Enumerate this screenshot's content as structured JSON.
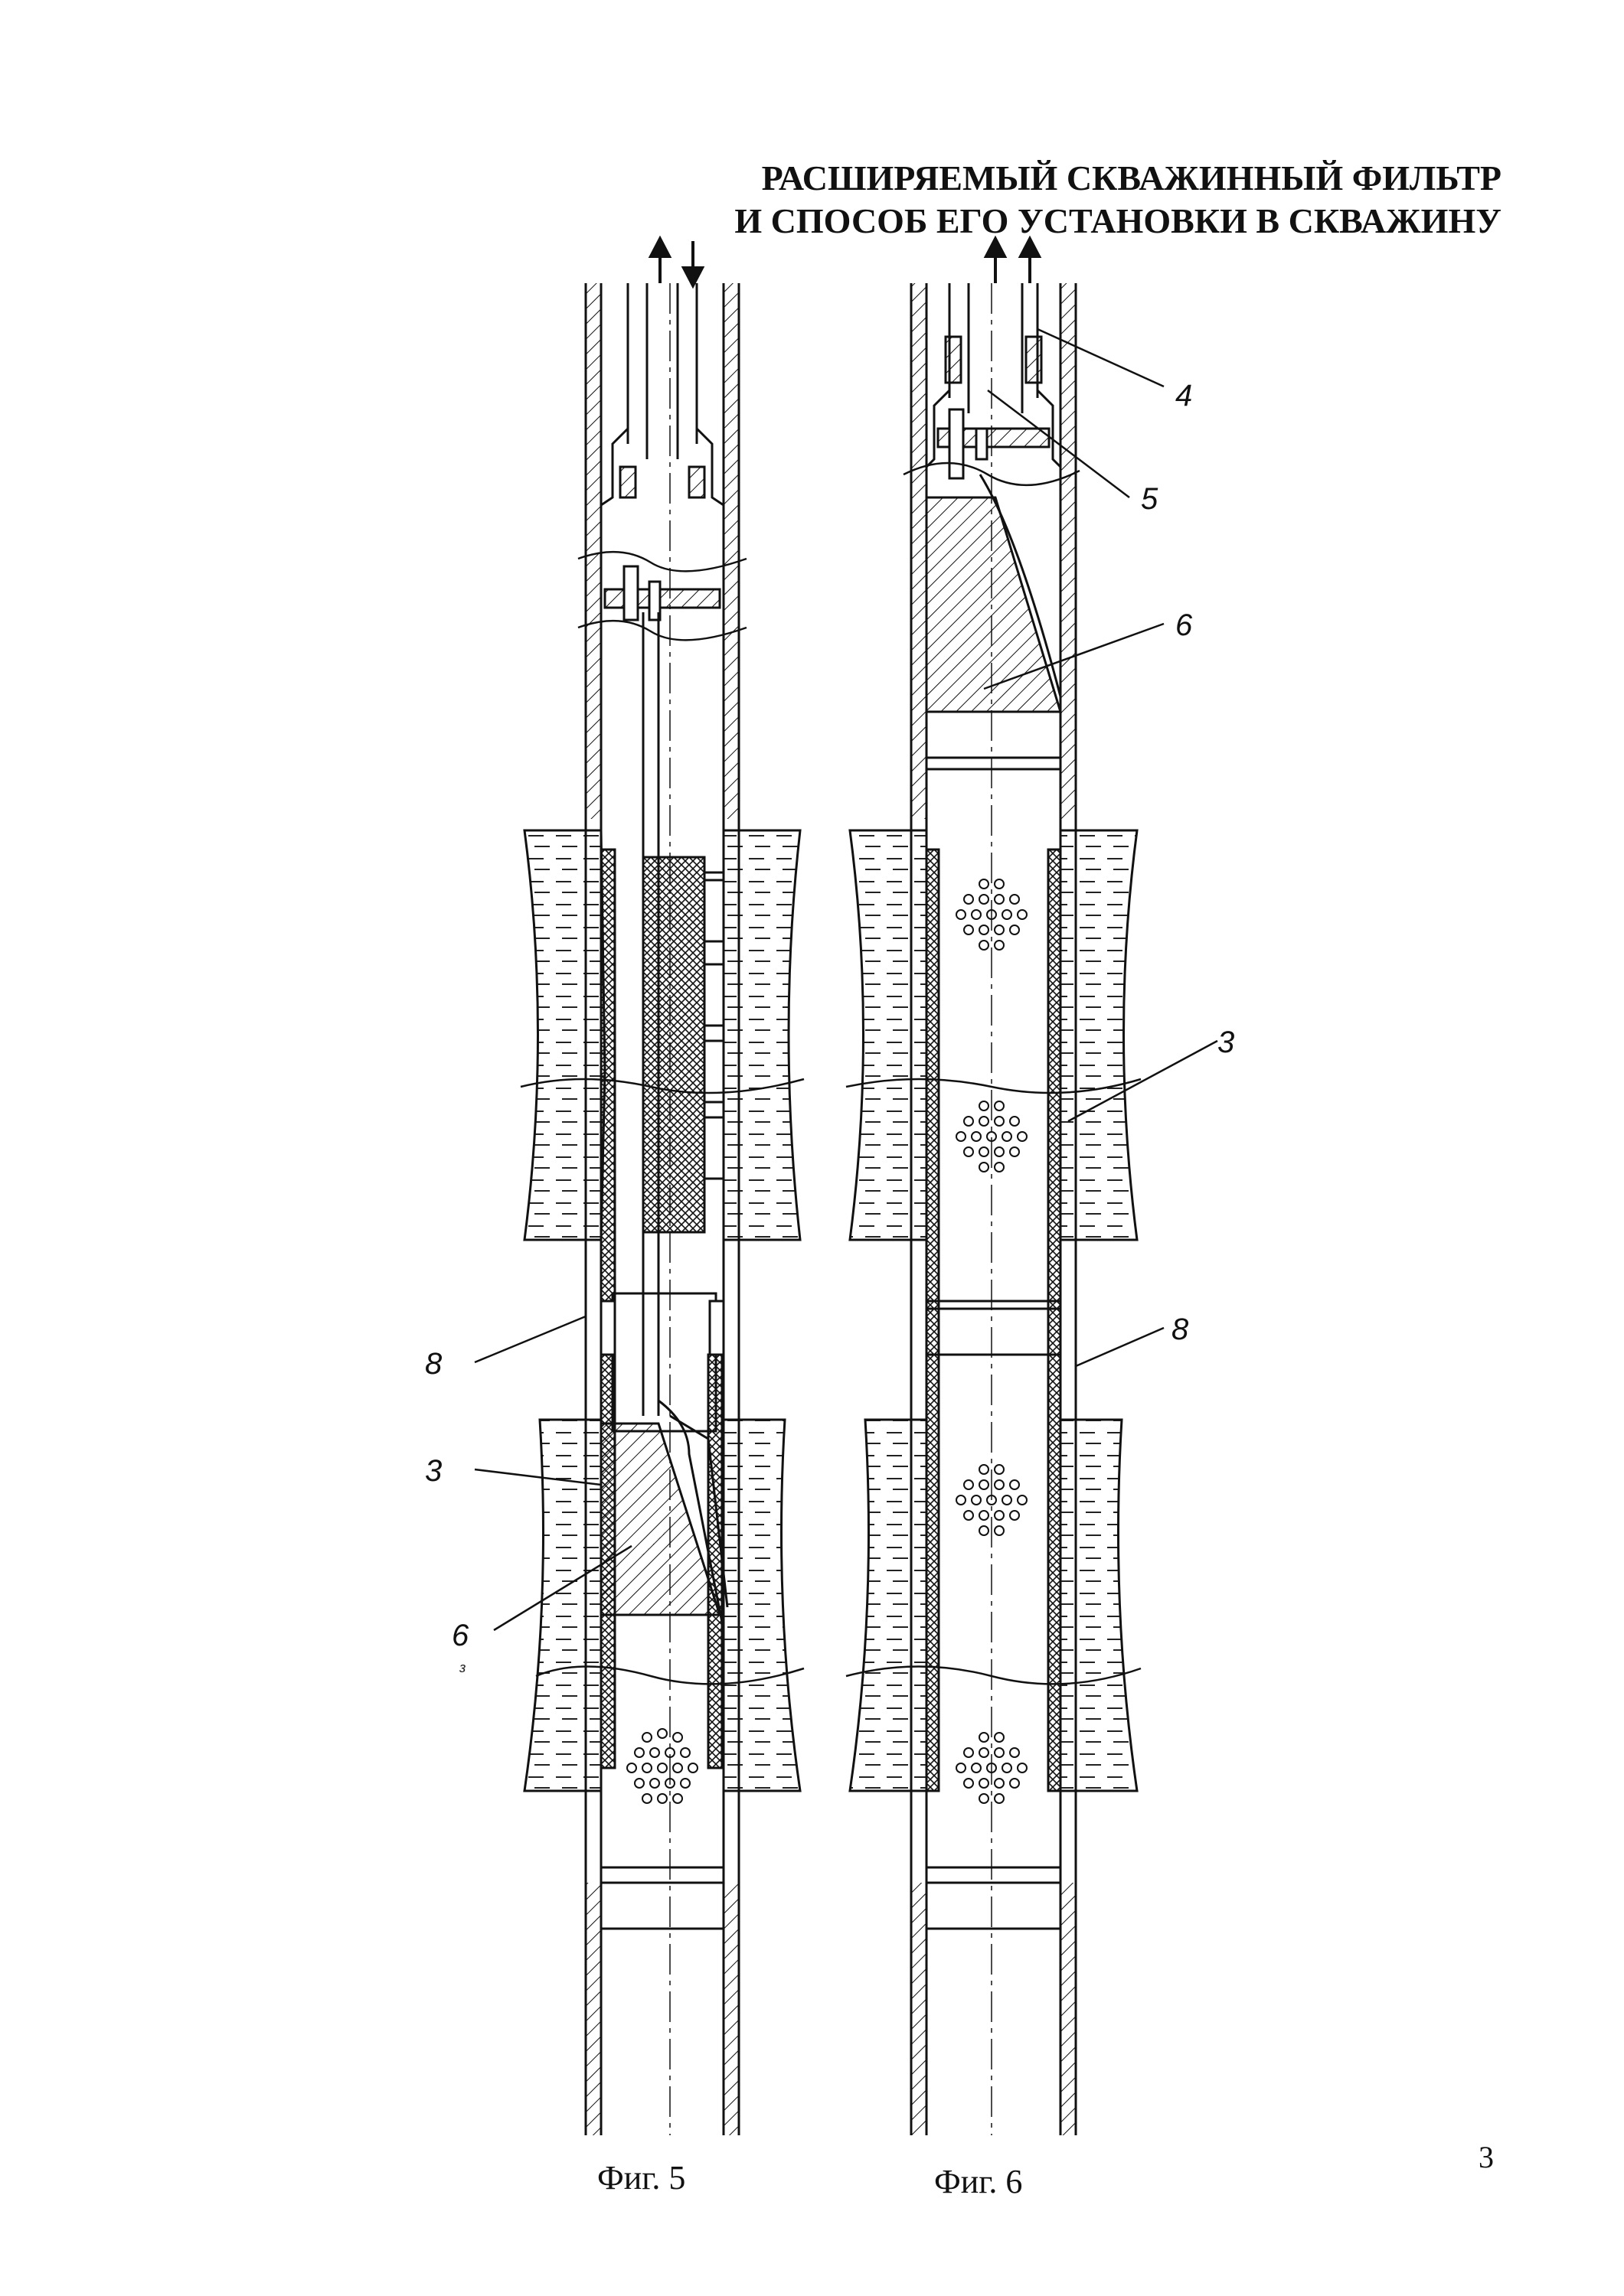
{
  "title": {
    "line1": "РАСШИРЯЕМЫЙ СКВАЖИННЫЙ ФИЛЬТР",
    "line2": "И СПОСОБ ЕГО УСТАНОВКИ В СКВАЖИНУ"
  },
  "figures": [
    {
      "caption": "Фиг. 5",
      "labels": [
        "8",
        "3",
        "6"
      ],
      "sublabel": "з"
    },
    {
      "caption": "Фиг. 6",
      "labels": [
        "4",
        "5",
        "6",
        "3",
        "8"
      ]
    }
  ],
  "page_number": "3",
  "colors": {
    "ink": "#111111",
    "background": "#ffffff"
  },
  "icons": [
    "flow-arrow-up-icon",
    "flow-arrow-down-icon"
  ]
}
